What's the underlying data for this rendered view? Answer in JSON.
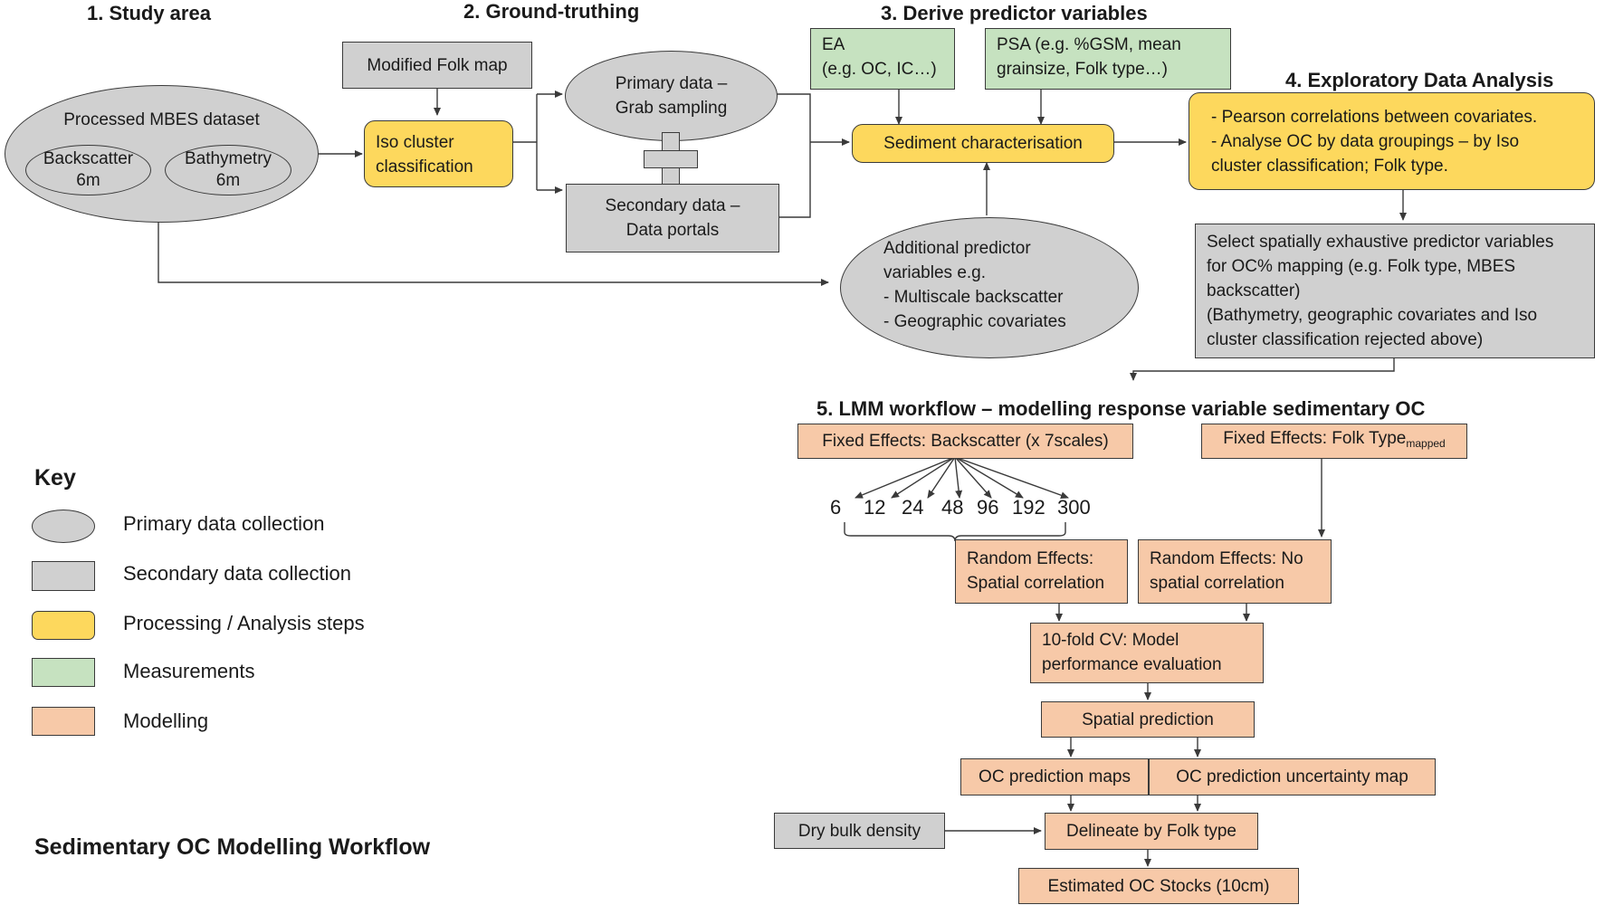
{
  "headings": {
    "study_area": "1. Study area",
    "ground_truthing": "2. Ground-truthing",
    "derive_predictors": "3. Derive predictor variables",
    "eda": "4. Exploratory Data Analysis",
    "lmm": "5. LMM workflow – modelling response variable sedimentary OC"
  },
  "study_area": {
    "processed_mbes": "Processed MBES dataset",
    "backscatter": "Backscatter",
    "backscatter_res": "6m",
    "bathymetry": "Bathymetry",
    "bathymetry_res": "6m"
  },
  "ground_truthing": {
    "modified_folk_map": "Modified Folk map",
    "iso_cluster_line1": "Iso cluster",
    "iso_cluster_line2": "classification",
    "primary_line1": "Primary data –",
    "primary_line2": "Grab sampling",
    "secondary_line1": "Secondary data –",
    "secondary_line2": "Data portals"
  },
  "predictors": {
    "ea_line1": "EA",
    "ea_line2": "(e.g. OC, IC…)",
    "psa_line1": "PSA (e.g. %GSM, mean",
    "psa_line2": "grainsize, Folk type…)",
    "sediment_char": "Sediment characterisation",
    "additional_line1": "Additional predictor",
    "additional_line2": "variables e.g.",
    "additional_item1": "-    Multiscale backscatter",
    "additional_item2": "-    Geographic covariates"
  },
  "eda": {
    "line1": "- Pearson correlations between covariates.",
    "line2": "- Analyse OC by data groupings – by Iso",
    "line3": "cluster classification; Folk type.",
    "select_line1": "Select spatially exhaustive predictor variables",
    "select_line2": "for OC% mapping (e.g. Folk type, MBES",
    "select_line3": "backscatter)",
    "select_line4": "(Bathymetry, geographic covariates and Iso",
    "select_line5": "cluster classification rejected above)"
  },
  "lmm": {
    "fixed_backscatter": "Fixed Effects: Backscatter (x 7scales)",
    "fixed_folk": "Fixed Effects: Folk Type",
    "fixed_folk_sub": "mapped",
    "scales": [
      "6",
      "12",
      "24",
      "48",
      "96",
      "192",
      "300"
    ],
    "random_spatial_line1": "Random Effects:",
    "random_spatial_line2": "Spatial correlation",
    "random_nospatial_line1": "Random Effects: No",
    "random_nospatial_line2": "spatial correlation",
    "cv_line1": "10-fold CV: Model",
    "cv_line2": "performance evaluation",
    "spatial_prediction": "Spatial prediction",
    "oc_maps": "OC prediction maps",
    "oc_uncertainty": "OC prediction uncertainty map",
    "dry_bulk": "Dry bulk density",
    "delineate": "Delineate by Folk type",
    "estimated": "Estimated OC Stocks (10cm)"
  },
  "key": {
    "title": "Key",
    "items": [
      {
        "label": "Primary data collection",
        "shape": "oval",
        "color": "#d0d0d0"
      },
      {
        "label": "Secondary data collection",
        "shape": "rect",
        "color": "#d0d0d0"
      },
      {
        "label": "Processing / Analysis steps",
        "shape": "rounded-rect",
        "color": "#fdd85d"
      },
      {
        "label": "Measurements",
        "shape": "rect",
        "color": "#c6e2c0"
      },
      {
        "label": "Modelling",
        "shape": "rect",
        "color": "#f7c9a8"
      }
    ]
  },
  "footer_title": "Sedimentary OC Modelling Workflow"
}
